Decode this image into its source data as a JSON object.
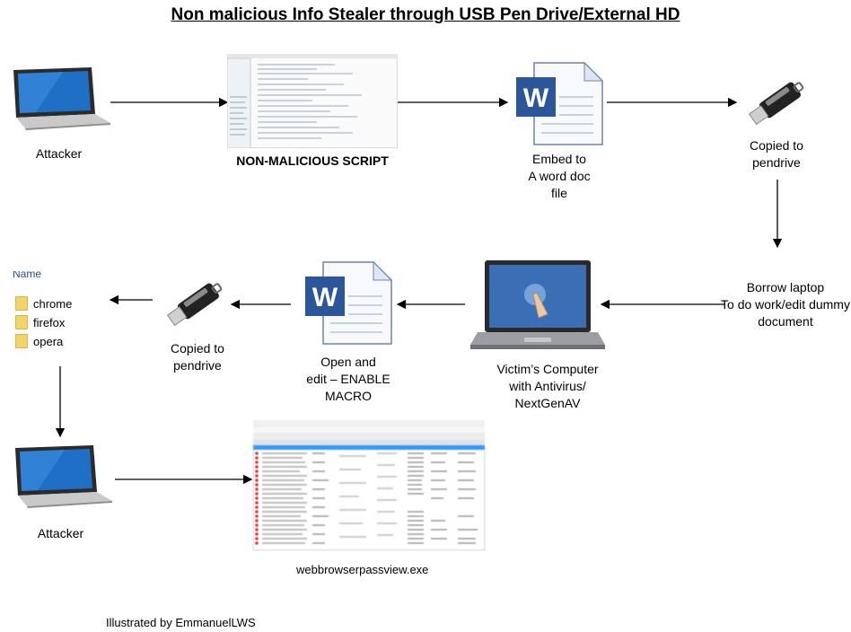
{
  "title": "Non malicious Info Stealer through USB Pen Drive/External HD",
  "nodes": {
    "attacker_top": "Attacker",
    "script": "NON-MALICIOUS SCRIPT",
    "embed": "Embed to\nA word doc\nfile",
    "copied_top": "Copied to\npendrive",
    "borrow": "Borrow laptop\nTo do work/edit dummy\ndocument",
    "victim": "Victim’s Computer\nwith Antivirus/\nNextGenAV",
    "open_edit": "Open and\nedit – ENABLE\nMACRO",
    "copied_mid": "Copied to\npendrive",
    "attacker_bottom": "Attacker",
    "exe": "webbrowserpassview.exe"
  },
  "folders": [
    "chrome",
    "firefox",
    "opera"
  ],
  "folder_header": "Name",
  "footer": "Illustrated by EmmanuelLWS",
  "icons": [
    "laptop-icon",
    "script-screenshot-icon",
    "word-doc-icon",
    "usb-drive-icon",
    "victim-laptop-icon",
    "folder-icon",
    "passview-window-icon"
  ]
}
